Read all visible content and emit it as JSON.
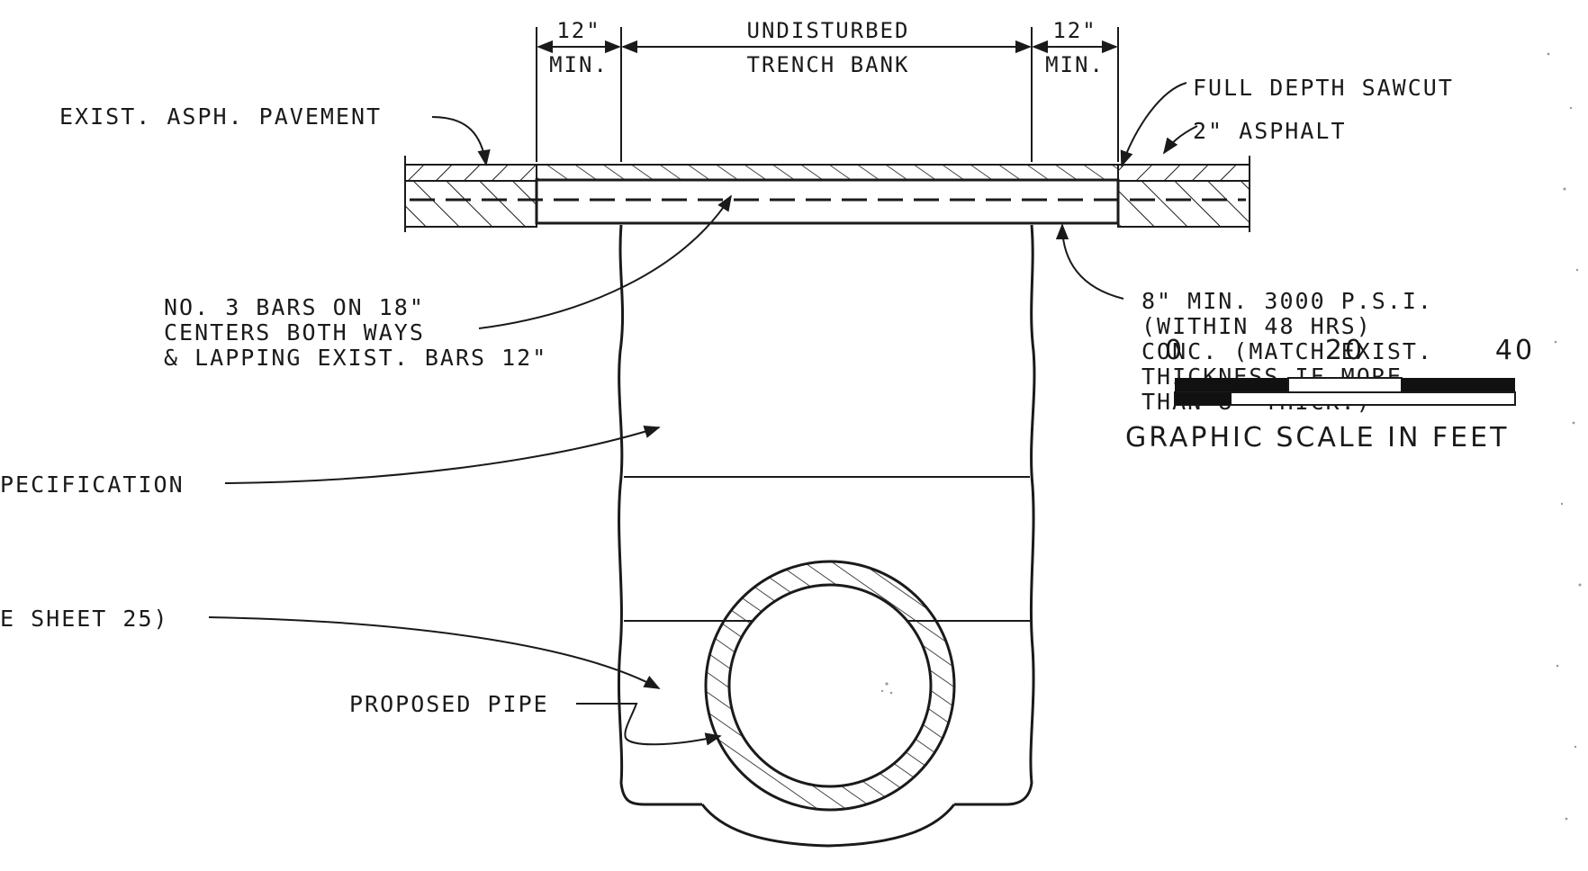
{
  "dimensions": {
    "left_top": "12\"",
    "left_bottom": "MIN.",
    "center_top": "UNDISTURBED",
    "center_bottom": "TRENCH BANK",
    "right_top": "12\"",
    "right_bottom": "MIN."
  },
  "labels": {
    "exist_pavement": "EXIST. ASPH. PAVEMENT",
    "full_depth_sawcut": "FULL DEPTH SAWCUT",
    "asphalt_2in": "2\" ASPHALT",
    "bars_line1": "NO. 3 BARS ON 18\"",
    "bars_line2": "CENTERS BOTH WAYS",
    "bars_line3": "& LAPPING EXIST. BARS 12\"",
    "conc_line1": "8\" MIN. 3000 P.S.I.",
    "conc_line2": "(WITHIN 48 HRS)",
    "conc_line3": "CONC. (MATCH EXIST.",
    "conc_line4": "THICKNESS IF MORE",
    "conc_line5": "THAN 8\" THICK.)",
    "specification_partial": "PECIFICATION",
    "sheet_partial": "E SHEET 25)",
    "proposed_pipe": "PROPOSED PIPE"
  },
  "graphic_scale": {
    "tick_0": "0",
    "tick_20": "20",
    "tick_40": "40",
    "caption": "GRAPHIC SCALE IN FEET"
  },
  "colors": {
    "ink": "#1a1a1a",
    "paper": "#ffffff"
  }
}
